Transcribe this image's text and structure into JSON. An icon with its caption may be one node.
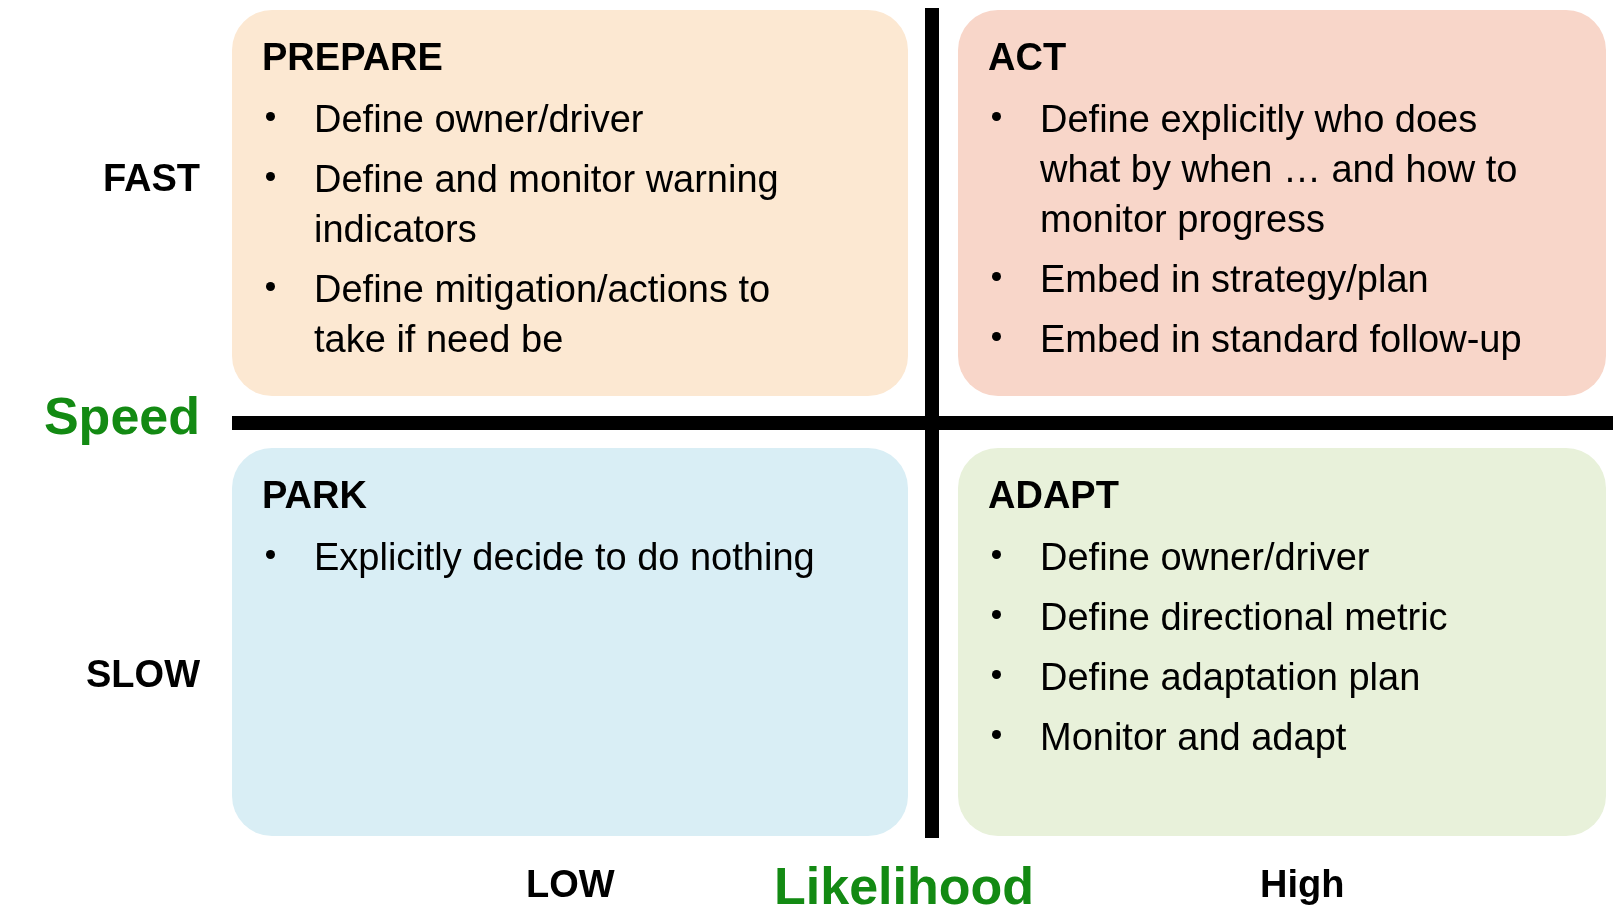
{
  "diagram": {
    "nodes": [
      {
        "text": [
          "PREPARE",
          "Define owner/driver",
          "Define and monitor warning indicators",
          "Define mitigation/actions to take if need be"
        ]
      },
      {
        "text": [
          "ACT",
          "Define explicitly who does what by when … and how to monitor progress",
          "Embed in strategy/plan",
          "Embed in standard follow-up"
        ]
      },
      {
        "text": [
          "PARK",
          "Explicitly decide to do nothing"
        ]
      },
      {
        "text": [
          "ADAPT",
          "Define owner/driver",
          "Define directional metric",
          "Define adaptation plan",
          "Monitor and adapt"
        ]
      }
    ],
    "labels": [
      "FAST",
      "Speed",
      "SLOW",
      "LOW",
      "Likelihood",
      "High"
    ]
  }
}
